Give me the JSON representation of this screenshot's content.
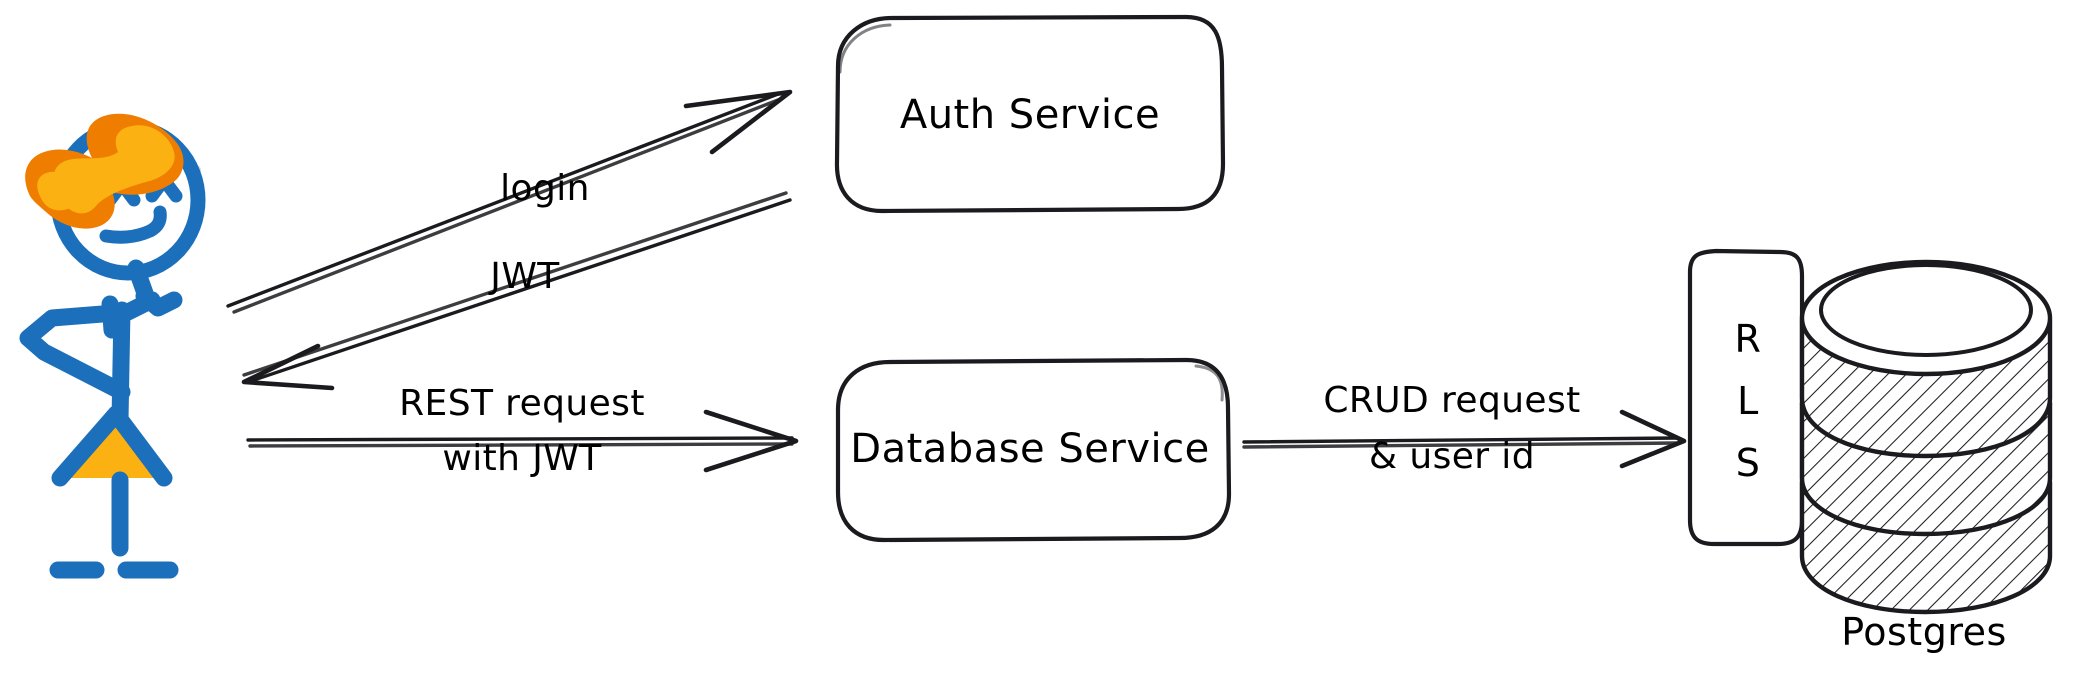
{
  "diagram": {
    "title": "Auth and Database Service Architecture",
    "style": "hand-drawn",
    "background_color": "#ffffff",
    "ink_color": "#1b1b1f",
    "accent_blue": "#1c6fba",
    "accent_orange": "#ef7d00",
    "accent_yellow": "#fbb112"
  },
  "actor": {
    "name": "user-stick-figure",
    "hat_color": "#ef7d00",
    "hat_inner_color": "#fbb112",
    "body_color": "#1c6fba",
    "skirt_color": "#fbb112"
  },
  "nodes": [
    {
      "id": "auth-service",
      "label": "Auth Service",
      "shape": "rounded-rect"
    },
    {
      "id": "database-service",
      "label": "Database Service",
      "shape": "rounded-rect"
    },
    {
      "id": "rls-gate",
      "label": "RLS",
      "letters": [
        "R",
        "L",
        "S"
      ],
      "shape": "tall-rounded-rect"
    },
    {
      "id": "postgres-db",
      "label": "Postgres",
      "shape": "cylinder-hatched"
    }
  ],
  "edges": [
    {
      "id": "login-edge",
      "label": "login",
      "from": "user",
      "to": "auth-service",
      "direction": "forward"
    },
    {
      "id": "jwt-edge",
      "label": "JWT",
      "from": "auth-service",
      "to": "user",
      "direction": "backward"
    },
    {
      "id": "rest-edge",
      "label_line1": "REST request",
      "label_line2": "with JWT",
      "from": "user",
      "to": "database-service",
      "direction": "forward"
    },
    {
      "id": "crud-edge",
      "label_line1": "CRUD request",
      "label_line2": "& user id",
      "from": "database-service",
      "to": "rls-gate",
      "direction": "forward"
    }
  ],
  "labels": {
    "login": "login",
    "jwt": "JWT",
    "rest_line1": "REST request",
    "rest_line2": "with JWT",
    "crud_line1": "CRUD request",
    "crud_line2": "& user id",
    "auth_service": "Auth Service",
    "database_service": "Database Service",
    "rls_r": "R",
    "rls_l": "L",
    "rls_s": "S",
    "postgres": "Postgres"
  }
}
